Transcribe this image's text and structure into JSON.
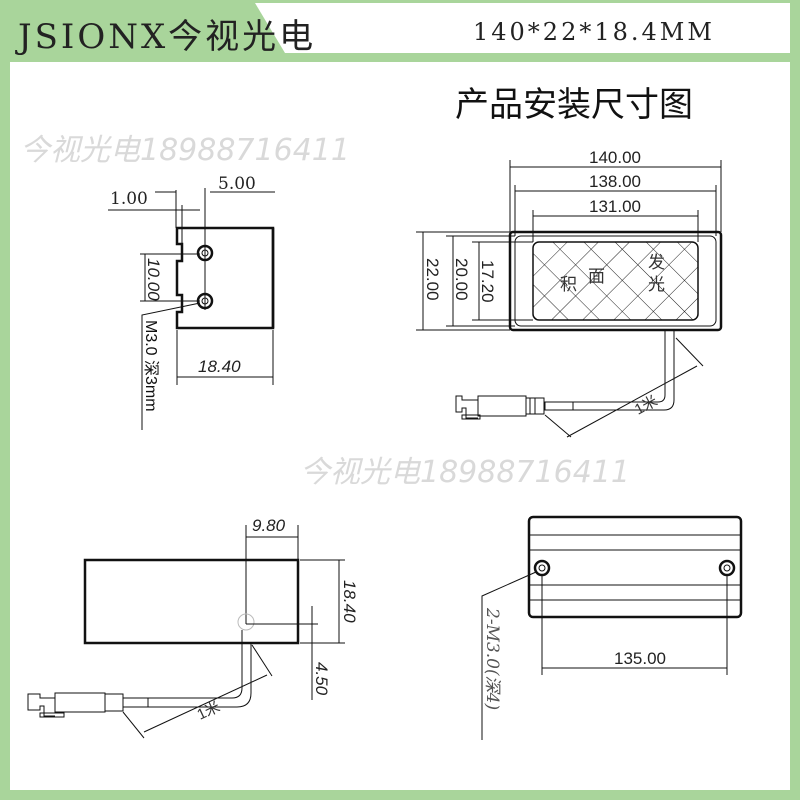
{
  "header": {
    "brand": "JSIONX今视光电",
    "size": "140*22*18.4MM",
    "title": "产品安装尺寸图"
  },
  "colors": {
    "frame": "#a9d59b",
    "line": "#111111",
    "watermark": "#d9d9d9"
  },
  "watermark": "今视光电18988716411",
  "side_view": {
    "dim_offset": "1.00",
    "dim_hole_offset": "5.00",
    "dim_hole_spacing": "10.00",
    "dim_depth": "18.40",
    "hole_note": "M3.0 深3mm"
  },
  "front_view": {
    "dim_outer_width": "140.00",
    "dim_inner_width": "138.00",
    "dim_emit_width": "131.00",
    "dim_outer_height": "22.00",
    "dim_inner_height": "20.00",
    "dim_emit_height": "17.20",
    "emit_area_label": [
      "发",
      "光",
      "面",
      "积"
    ],
    "cable_length": "1米"
  },
  "rear_view": {
    "dim_cable_offset": "9.80",
    "dim_height": "18.40",
    "dim_cable_height": "4.50",
    "cable_length": "1米"
  },
  "bottom_view": {
    "dim_hole_spacing": "135.00",
    "hole_note": "2-M3.0(深4)"
  }
}
